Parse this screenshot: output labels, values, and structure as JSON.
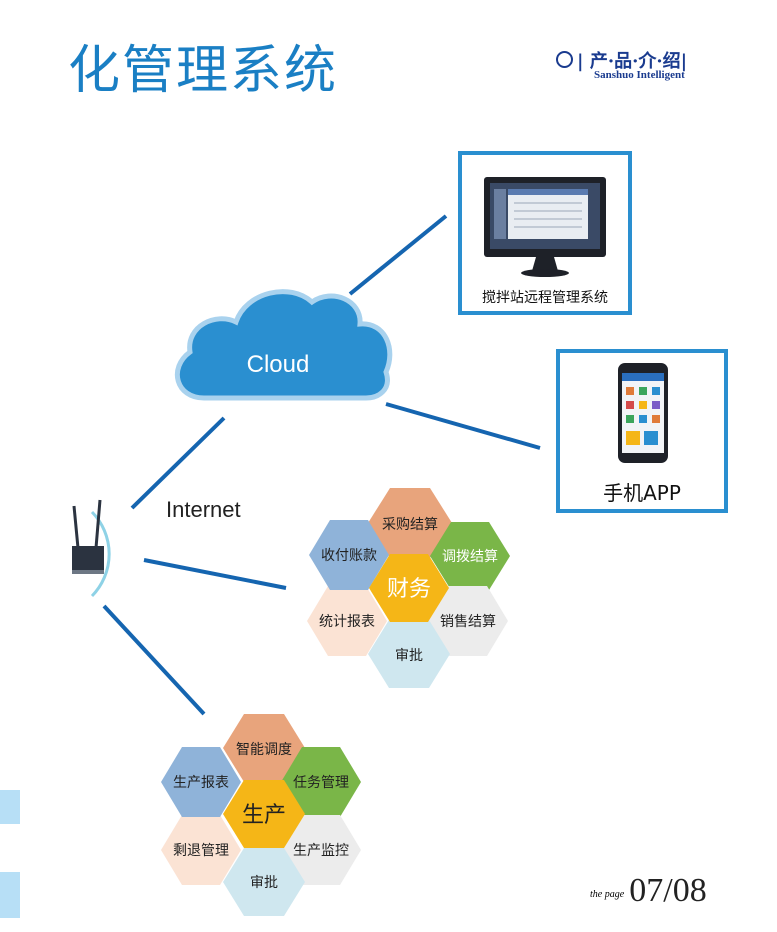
{
  "header": {
    "title": "化管理系统",
    "brand_line1": "| 产·品·介·绍|",
    "brand_line2": "Sanshuo Intelligent"
  },
  "cloud": {
    "label": "Cloud"
  },
  "internet": {
    "label": "Internet"
  },
  "monitor_box": {
    "label": "搅拌站远程管理系统"
  },
  "phone_box": {
    "label": "手机APP"
  },
  "finance": {
    "center": "财务",
    "petals": [
      "采购结算",
      "调拨结算",
      "销售结算",
      "审批",
      "统计报表",
      "收付账款"
    ]
  },
  "production": {
    "center": "生产",
    "petals": [
      "智能调度",
      "任务管理",
      "生产监控",
      "审批",
      "剩退管理",
      "生产报表"
    ]
  },
  "footer": {
    "page_prefix": "the page",
    "page_number": "07/08"
  },
  "colors": {
    "accent_blue": "#1a7fc4",
    "line_blue": "#1565b0",
    "cloud_blue": "#2a8fd0",
    "center_yellow": "#f5b617",
    "orange": "#e8a47c",
    "green": "#7ab648",
    "light_gray": "#ececec",
    "light_cyan": "#cfe7ef",
    "peach": "#fbe3d4",
    "blue_gray": "#8fb3d9"
  }
}
